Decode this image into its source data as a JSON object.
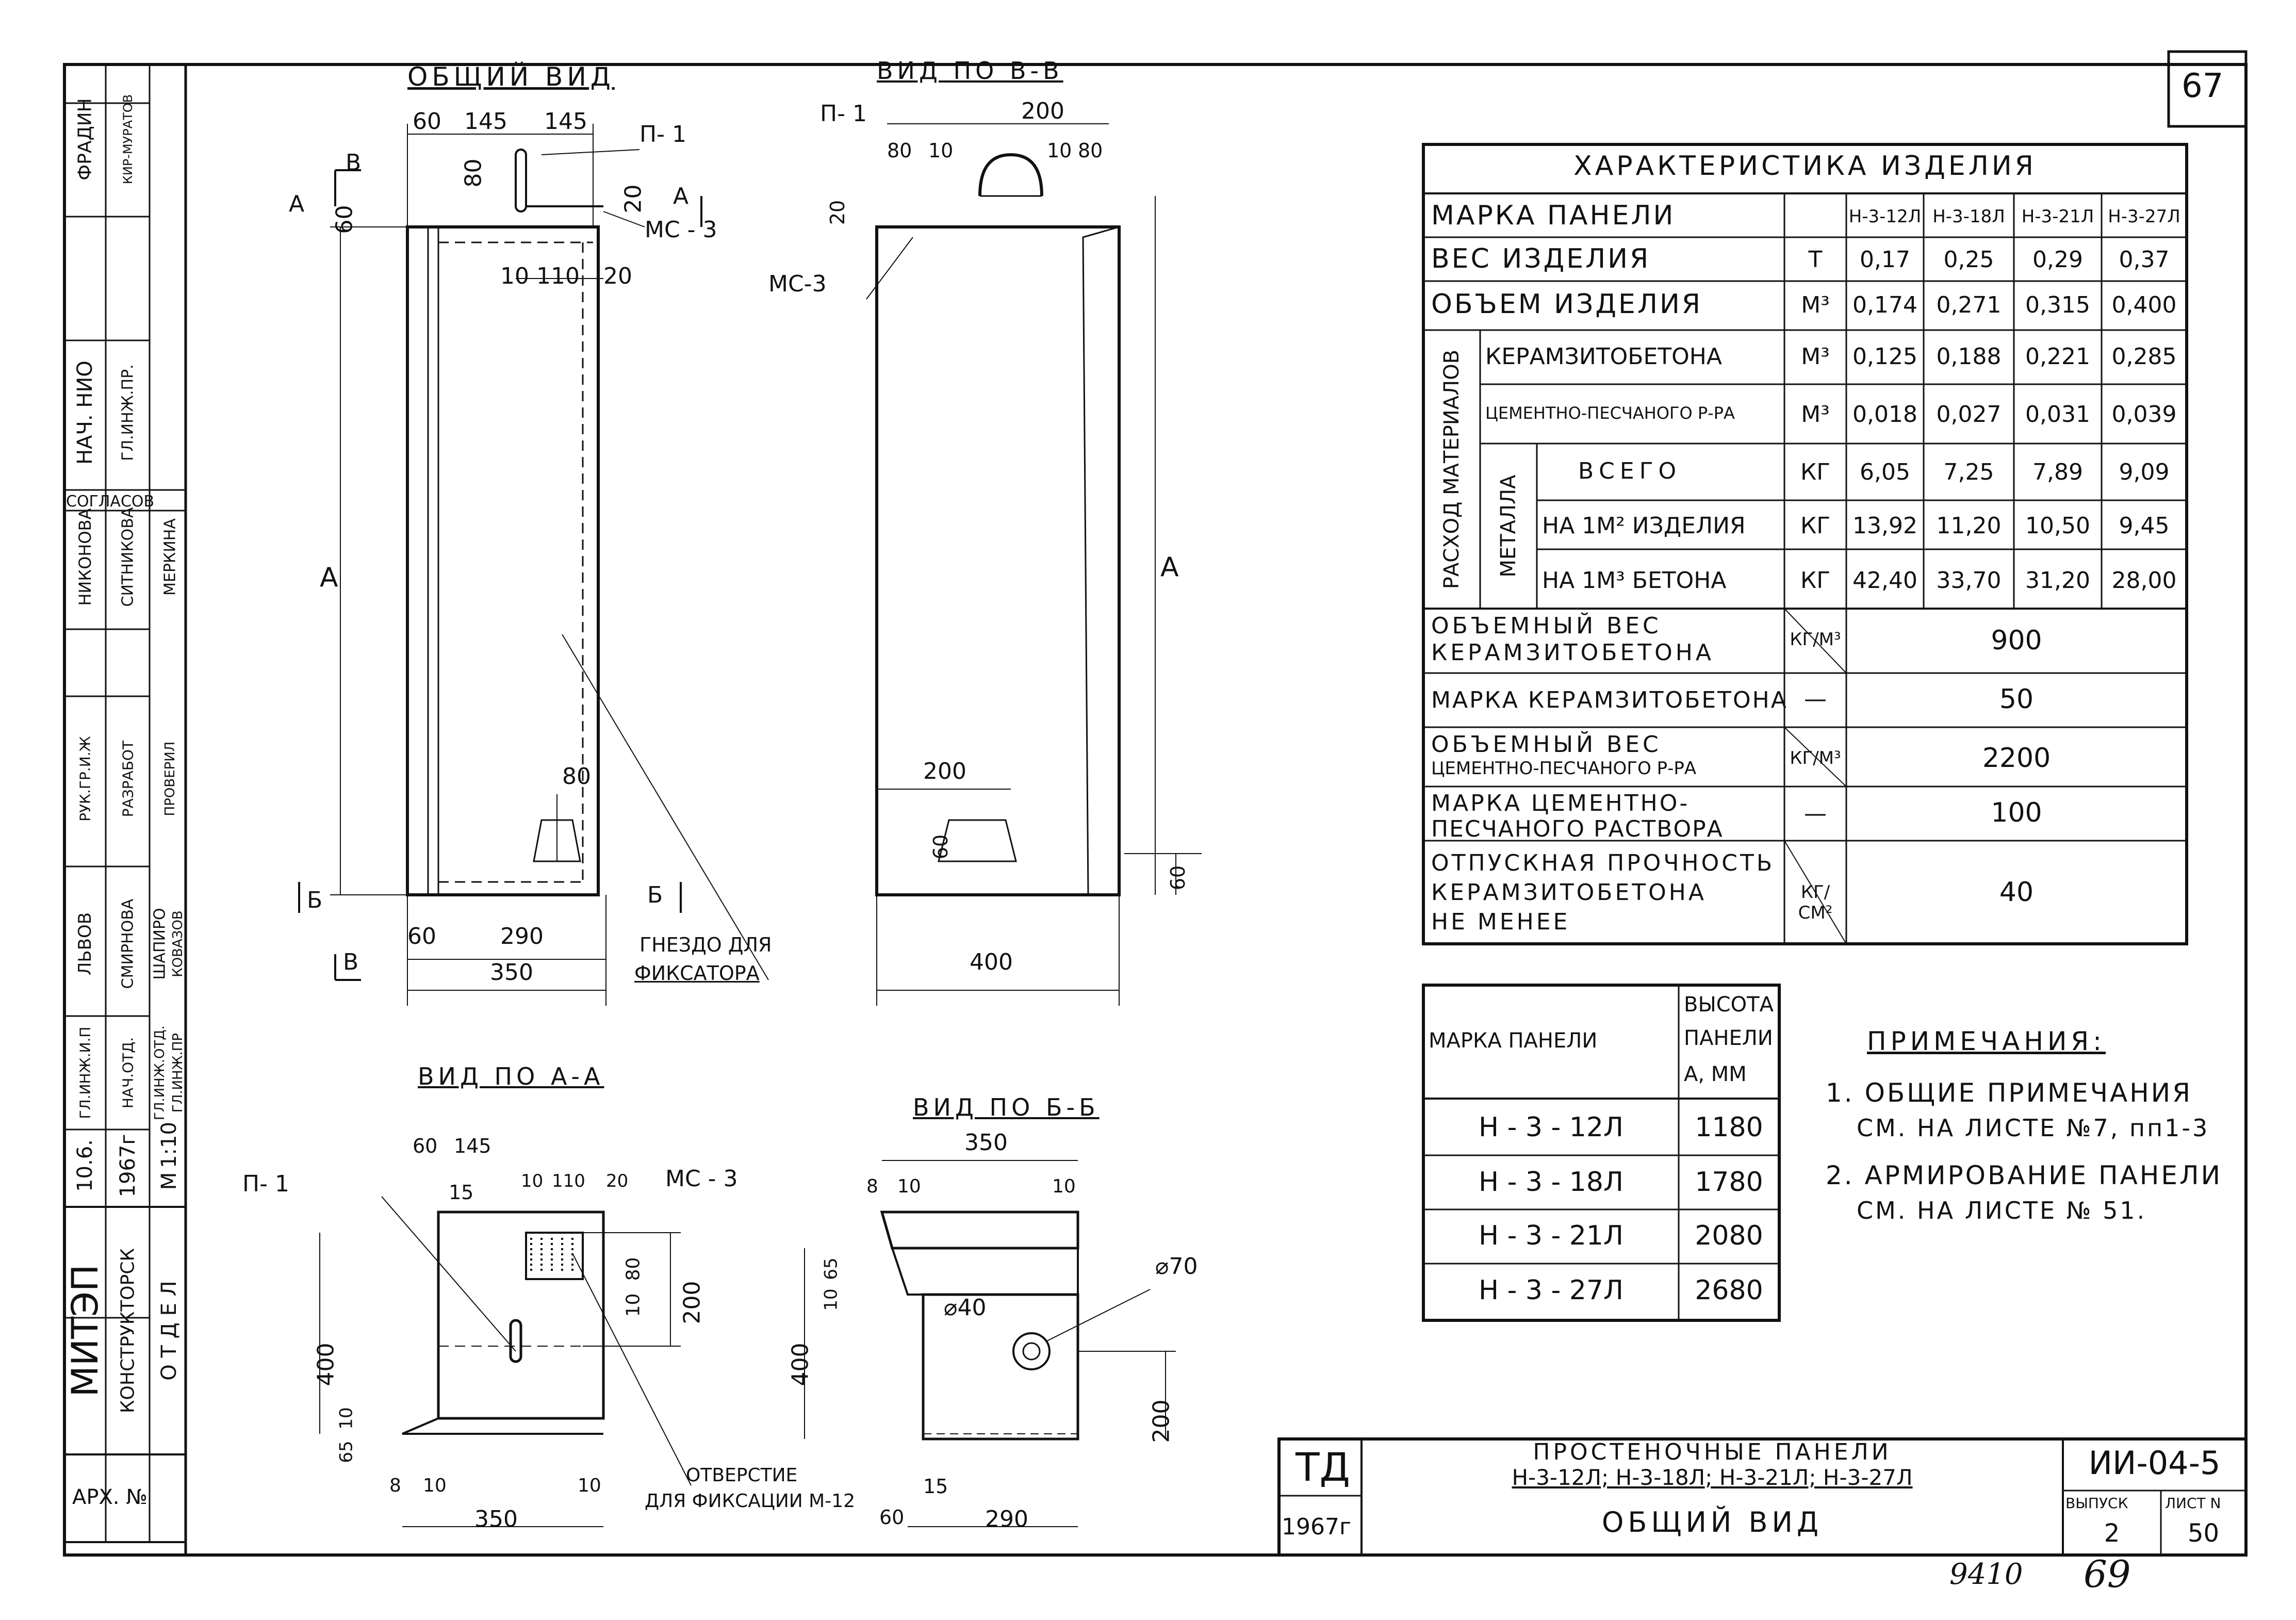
{
  "sheet": {
    "page_number": "67",
    "handwritten_number": "9410",
    "bottom_page": "69"
  },
  "views": {
    "general": {
      "title": "ОБЩИЙ ВИД",
      "dims": [
        "60",
        "145",
        "145",
        "80",
        "60",
        "20",
        "10",
        "110",
        "20",
        "80",
        "60",
        "290",
        "350",
        "А"
      ],
      "labels": [
        "П- 1",
        "МС - 3",
        "А",
        "А",
        "В",
        "В",
        "Б",
        "Б",
        "ГНЕЗДО ДЛЯ",
        "ФИКСАТОРА"
      ]
    },
    "bb": {
      "title": "ВИД ПО В-В",
      "dims": [
        "200",
        "80",
        "10",
        "10",
        "80",
        "20",
        "200",
        "60",
        "60",
        "400",
        "А"
      ],
      "labels": [
        "П- 1",
        "МС-3"
      ]
    },
    "aa": {
      "title": "ВИД ПО А-А",
      "dims": [
        "60",
        "145",
        "15",
        "10",
        "110",
        "20",
        "80",
        "10",
        "200",
        "400",
        "65",
        "10",
        "8",
        "10",
        "350",
        "10"
      ],
      "labels": [
        "П- 1",
        "МС - 3"
      ],
      "note_line1": "ОТВЕРСТИЕ",
      "note_line2": "ДЛЯ ФИКСАЦИИ М-12"
    },
    "bb2": {
      "title": "ВИД ПО Б-Б",
      "dims": [
        "350",
        "8",
        "10",
        "10",
        "10",
        "65",
        "400",
        "200",
        "60",
        "15",
        "290"
      ],
      "labels": [
        "⌀70",
        "⌀40"
      ]
    }
  },
  "characteristics": {
    "title": "ХАРАКТЕРИСТИКА  ИЗДЕЛИЯ",
    "header": {
      "label": "МАРКА  ПАНЕЛИ",
      "marks": [
        "Н-3-12Л",
        "Н-3-18Л",
        "Н-3-21Л",
        "Н-3-27Л"
      ]
    },
    "rows": [
      {
        "label": "ВЕС  ИЗДЕЛИЯ",
        "unit": "Т",
        "values": [
          "0,17",
          "0,25",
          "0,29",
          "0,37"
        ]
      },
      {
        "label": "ОБЪЕМ  ИЗДЕЛИЯ",
        "unit": "М³",
        "values": [
          "0,174",
          "0,271",
          "0,315",
          "0,400"
        ]
      }
    ],
    "materials_group": "РАСХОД МАТЕРИАЛОВ",
    "materials": [
      {
        "label": "КЕРАМЗИТОБЕТОНА",
        "unit": "М³",
        "values": [
          "0,125",
          "0,188",
          "0,221",
          "0,285"
        ]
      },
      {
        "label": "ЦЕМЕНТНО-ПЕСЧАНОГО Р-РА",
        "unit": "М³",
        "values": [
          "0,018",
          "0,027",
          "0,031",
          "0,039"
        ]
      }
    ],
    "metal_group": "МЕТАЛЛА",
    "metal": [
      {
        "label": "ВСЕГО",
        "unit": "КГ",
        "values": [
          "6,05",
          "7,25",
          "7,89",
          "9,09"
        ]
      },
      {
        "label": "НА 1М² ИЗДЕЛИЯ",
        "unit": "КГ",
        "values": [
          "13,92",
          "11,20",
          "10,50",
          "9,45"
        ]
      },
      {
        "label": "НА 1М³ БЕТОНА",
        "unit": "КГ",
        "values": [
          "42,40",
          "33,70",
          "31,20",
          "28,00"
        ]
      }
    ],
    "merged": [
      {
        "label1": "ОБЪЕМНЫЙ  ВЕС",
        "label2": "КЕРАМЗИТОБЕТОНА",
        "unit": "КГ/М³",
        "value": "900"
      },
      {
        "label1": "МАРКА  КЕРАМЗИТОБЕТОНА",
        "label2": "",
        "unit": "—",
        "value": "50"
      },
      {
        "label1": "ОБЪЕМНЫЙ  ВЕС",
        "label2": "ЦЕМЕНТНО-ПЕСЧАНОГО Р-РА",
        "unit": "КГ/М³",
        "value": "2200"
      },
      {
        "label1": "МАРКА  ЦЕМЕНТНО-",
        "label2": "ПЕСЧАНОГО  РАСТВОРА",
        "unit": "—",
        "value": "100"
      },
      {
        "label1": "ОТПУСКНАЯ  ПРОЧНОСТЬ",
        "label2": "КЕРАМЗИТОБЕТОНА",
        "label3": "НЕ  МЕНЕЕ",
        "unit": "КГ/СМ²",
        "value": "40"
      }
    ]
  },
  "height_table": {
    "col1": "МАРКА ПАНЕЛИ",
    "col2_l1": "ВЫСОТА",
    "col2_l2": "ПАНЕЛИ",
    "col2_l3": "А,  ММ",
    "rows": [
      {
        "mark": "Н - 3 - 12Л",
        "height": "1180"
      },
      {
        "mark": "Н - 3 - 18Л",
        "height": "1780"
      },
      {
        "mark": "Н - 3 - 21Л",
        "height": "2080"
      },
      {
        "mark": "Н - 3 - 27Л",
        "height": "2680"
      }
    ]
  },
  "notes": {
    "title": "ПРИМЕЧАНИЯ:",
    "n1_l1": "1. ОБЩИЕ  ПРИМЕЧАНИЯ",
    "n1_l2": "СМ.  НА ЛИСТЕ №7, пп1-3",
    "n2_l1": "2. АРМИРОВАНИЕ  ПАНЕЛИ",
    "n2_l2": "СМ. НА ЛИСТЕ № 51."
  },
  "title_block": {
    "org": "ТД",
    "year": "1967г",
    "title_l1": "ПРОСТЕНОЧНЫЕ  ПАНЕЛИ",
    "title_l2": "Н-3-12Л;  Н-3-18Л;  Н-3-21Л;  Н-3-27Л",
    "subtitle": "ОБЩИЙ  ВИД",
    "code": "ИИ-04-5",
    "issue_label": "ВЫПУСК",
    "sheet_label": "ЛИСТ N",
    "issue": "2",
    "sheet": "50"
  },
  "side_stamp": {
    "org1": "МИТЭП",
    "org2": "КОНСТРУКТОРСК",
    "org3": "О Т Д Е Л",
    "date1": "10.6.",
    "date2": "1967г",
    "scale_label": "М",
    "scale": "1:10",
    "archive": "АРХ. №",
    "agreed": "СОГЛАСОВ",
    "roles": [
      "ГЛ.ИНЖ.И.П",
      "НАЧ.ОТД.",
      "ГЛ.ИНЖ.ОТД.",
      "ГЛ.ИНЖ.ПР",
      "РУК.ГР.И.Ж",
      "РАЗРАБОТ",
      "ПРОВЕРИЛ",
      "НАЧ. НИО",
      "ГЛ.ИНЖ.ПР."
    ],
    "names": [
      "ЛЬВОВ",
      "СМИРНОВА",
      "ШАПИРО",
      "КОВАЗОВ",
      "НИКОНОВА",
      "СИТНИКОВА",
      "МЕРКИНА",
      "ФРАДИН",
      "КИР-МУРАТОВ"
    ]
  }
}
